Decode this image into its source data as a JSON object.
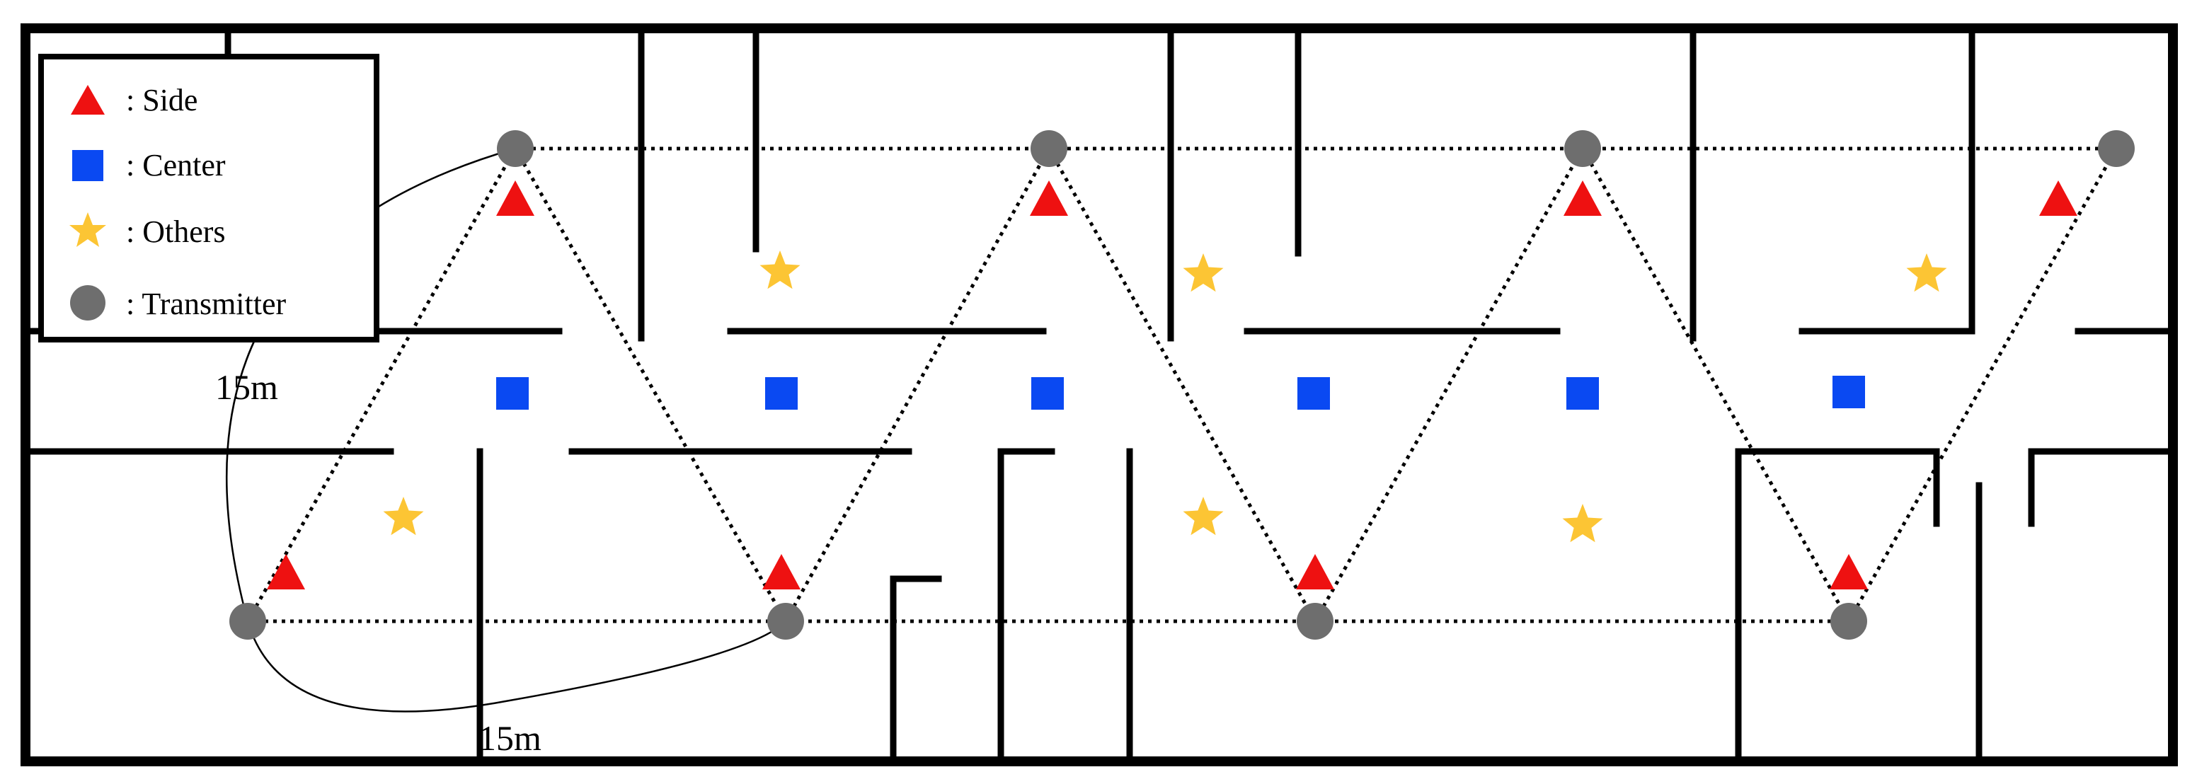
{
  "legend": {
    "side_label": ": Side",
    "center_label": ": Center",
    "others_label": ": Others",
    "transmitter_label": ": Transmitter"
  },
  "annotations": {
    "diagonal_distance": "15m",
    "horizontal_distance": "15m"
  },
  "colors": {
    "side": "#ee1111",
    "center": "#0a49f2",
    "others": "#fcc534",
    "transmitter": "#6e6e6e",
    "wall": "#000000"
  },
  "icons": {
    "side": "red-triangle",
    "center": "blue-square",
    "others": "yellow-star",
    "transmitter": "gray-circle"
  }
}
